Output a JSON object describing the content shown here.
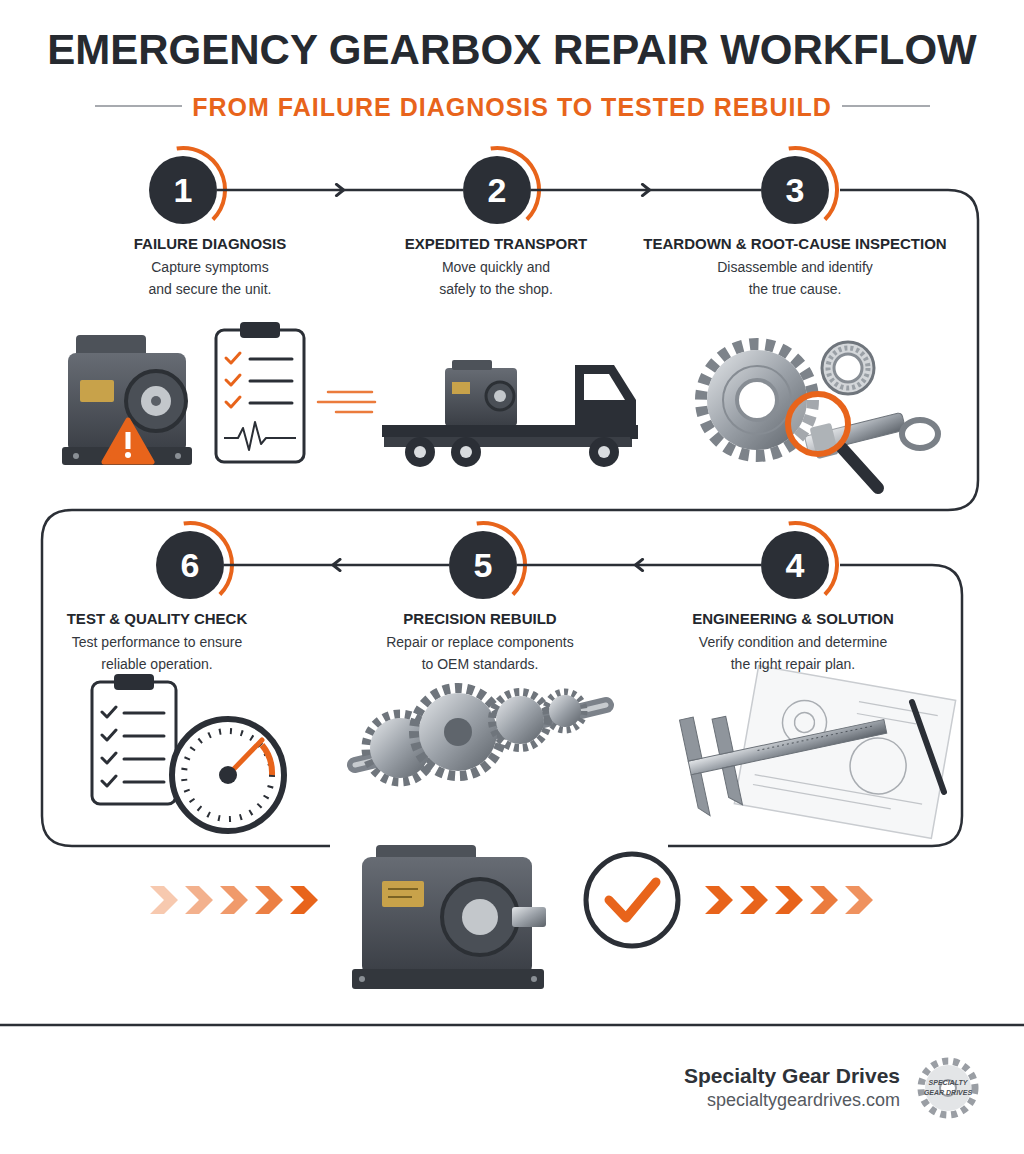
{
  "diagram": {
    "title": "EMERGENCY GEARBOX REPAIR WORKFLOW",
    "nodes": [
      {
        "text": [
          "1",
          "FAILURE DIAGNOSIS",
          "Capture symptoms and secure the unit."
        ]
      },
      {
        "text": [
          "2",
          "EXPEDITED TRANSPORT",
          "Move quickly and safely to the shop."
        ]
      },
      {
        "text": [
          "3",
          "TEARDOWN & ROOT-CAUSE INSPECTION",
          "Disassemble and identify the true cause."
        ]
      },
      {
        "text": [
          "4",
          "ENGINEERING & SOLUTION",
          "Verify condition and determine the right repair plan."
        ]
      },
      {
        "text": [
          "5",
          "PRECISION REBUILD",
          "Repair or replace components to OEM standards."
        ]
      },
      {
        "text": [
          "6",
          "TEST & QUALITY CHECK",
          "Test performance to ensure reliable operation."
        ]
      }
    ],
    "edges": [
      {
        "from": 0,
        "to": 1,
        "arrow": "to"
      },
      {
        "from": 1,
        "to": 2,
        "arrow": "to"
      },
      {
        "from": 3,
        "to": 4,
        "arrow": "to"
      },
      {
        "from": 4,
        "to": 5,
        "arrow": "to"
      }
    ],
    "labels": [
      "FROM FAILURE DIAGNOSIS TO TESTED REBUILD",
      "Specialty Gear Drives",
      "specialtygeardrives.com",
      "SPECIALTY",
      "GEAR DRIVES"
    ]
  }
}
